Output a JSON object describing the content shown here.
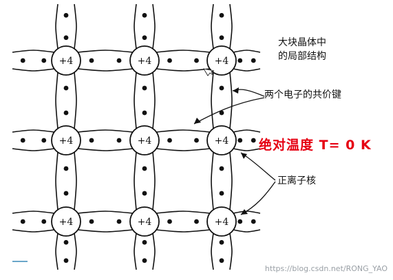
{
  "diagram": {
    "ion_charge": "+4",
    "grid": {
      "rows": 3,
      "cols": 3
    },
    "labels": {
      "block_title_line1": "大块晶体中",
      "block_title_line2": "的局部结构",
      "covalent_bond": "两个电子的共价键",
      "absolute_zero": "绝对温度 T= 0 K",
      "positive_core": "正离子核"
    },
    "colors": {
      "stroke": "#111111",
      "highlight": "#e60012",
      "watermark": "#9aa0a6"
    }
  },
  "watermark": "https://blog.csdn.net/RONG_YAO"
}
